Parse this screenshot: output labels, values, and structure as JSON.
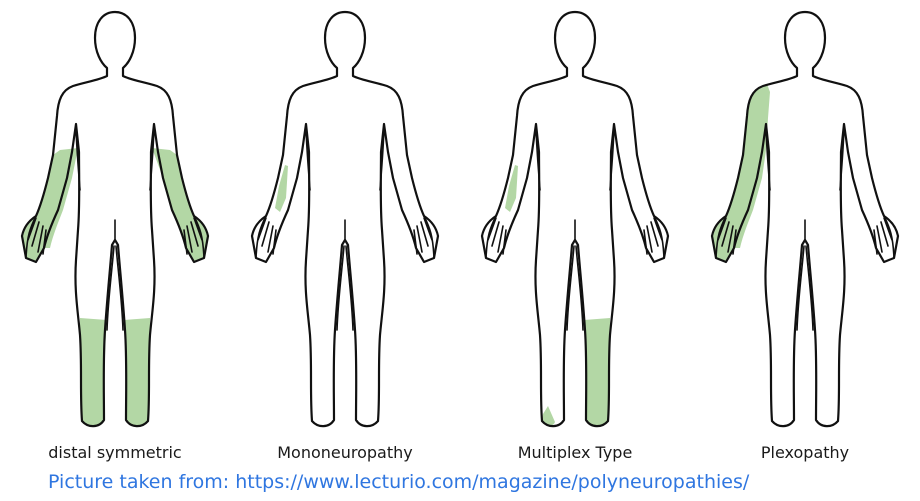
{
  "highlight_color": "#b3d7a5",
  "outline_color": "#111111",
  "figures": [
    {
      "label": "distal symmetric",
      "regions": [
        "left-forearm-hand",
        "right-forearm-hand",
        "left-lower-leg",
        "right-lower-leg"
      ]
    },
    {
      "label": "Mononeuropathy",
      "regions": [
        "left-forearm-strip"
      ]
    },
    {
      "label": "Multiplex Type",
      "regions": [
        "left-forearm-strip",
        "right-lower-leg",
        "left-foot-tip"
      ]
    },
    {
      "label": "Plexopathy",
      "regions": [
        "left-whole-arm"
      ]
    }
  ],
  "source_text": "Picture taken from: https://www.lecturio.com/magazine/polyneuropathies/"
}
